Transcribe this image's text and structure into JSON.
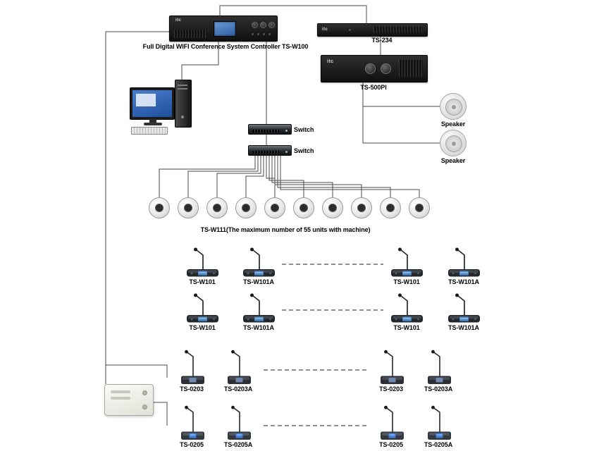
{
  "diagram": {
    "brand": "itc",
    "controller": {
      "label": "Full Digital WIFI Conference System Controller TS-W100"
    },
    "ts234": {
      "label": "TS-234"
    },
    "amplifier": {
      "label": "TS-500PI"
    },
    "speakers": [
      {
        "label": "Speaker"
      },
      {
        "label": "Speaker"
      }
    ],
    "switches": [
      {
        "label": "Switch"
      },
      {
        "label": "Switch"
      }
    ],
    "ceiling_units": {
      "model": "TS-W111",
      "caption": "TS-W111(The maximum number of 55 units with machine)",
      "count": 10
    },
    "mic_rows": [
      {
        "units": [
          {
            "label": "TS-W101"
          },
          {
            "label": "TS-W101A"
          },
          {
            "label": "TS-W101"
          },
          {
            "label": "TS-W101A"
          }
        ]
      },
      {
        "units": [
          {
            "label": "TS-W101"
          },
          {
            "label": "TS-W101A"
          },
          {
            "label": "TS-W101"
          },
          {
            "label": "TS-W101A"
          }
        ]
      },
      {
        "units": [
          {
            "label": "TS-0203"
          },
          {
            "label": "TS-0203A"
          },
          {
            "label": "TS-0203"
          },
          {
            "label": "TS-0203A"
          }
        ]
      },
      {
        "units": [
          {
            "label": "TS-0205"
          },
          {
            "label": "TS-0205A"
          },
          {
            "label": "TS-0205"
          },
          {
            "label": "TS-0205A"
          }
        ]
      }
    ],
    "colors": {
      "line": "#4a4a4a",
      "screen_blue": "#4a86c8",
      "rack_black": "#161616",
      "background": "#ffffff"
    }
  }
}
